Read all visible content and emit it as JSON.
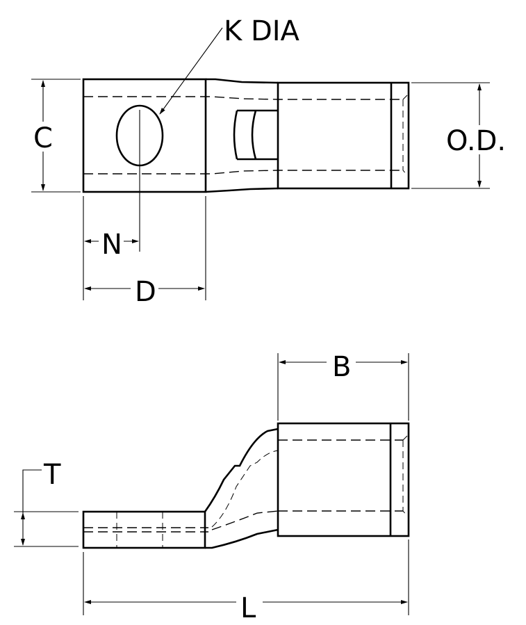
{
  "title": "Lug dimension drawing",
  "labels": {
    "k_dia": "K DIA",
    "c": "C",
    "od": "O.D.",
    "n": "N",
    "d": "D",
    "b": "B",
    "t": "T",
    "l": "L"
  }
}
